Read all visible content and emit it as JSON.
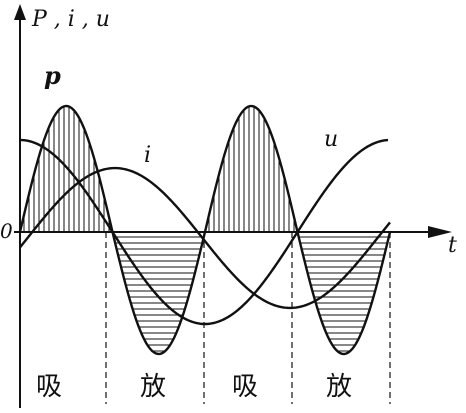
{
  "diagram": {
    "axis_labels": {
      "y": "P , i , u",
      "x": "t",
      "origin": "0"
    },
    "curve_labels": {
      "p": "p",
      "i": "i",
      "u": "u"
    },
    "phases": [
      "吸",
      "放",
      "吸",
      "放"
    ],
    "colors": {
      "ink": "#111111",
      "background": "#ffffff"
    }
  }
}
